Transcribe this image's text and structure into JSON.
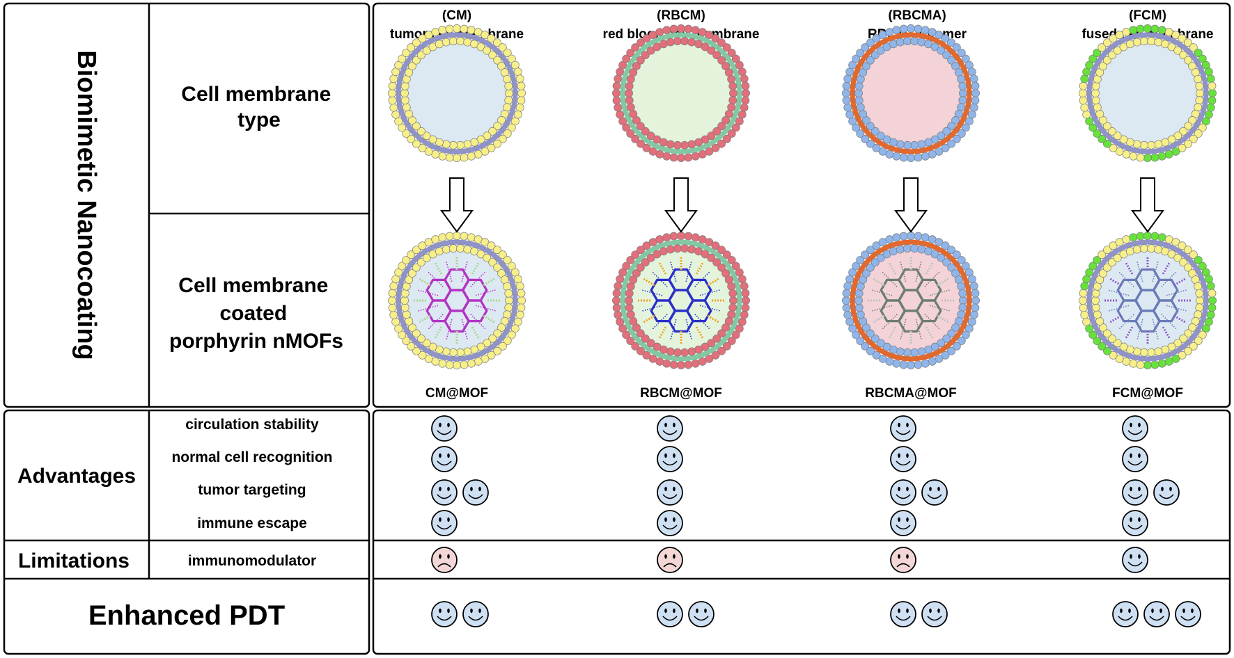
{
  "vertical_title": "Biomimetic Nanocoating",
  "row_labels": {
    "membrane_type": [
      "Cell membrane",
      "type"
    ],
    "coated_nmofs": [
      "Cell membrane",
      "coated",
      "porphyrin nMOFs"
    ]
  },
  "columns": [
    {
      "abbr": "(CM)",
      "name": "tumor cell membrane",
      "product": "CM@MOF",
      "colors": {
        "interior": "#dde9f2",
        "outer_beads": "#f7ef8a",
        "inner_beads": "#f7ef8a",
        "band": "#8f93c7",
        "accent_beads": "",
        "mof": "#b233c4",
        "mof_link": "#a9d48a"
      }
    },
    {
      "abbr": "(RBCM)",
      "name": "red blood cell membrane",
      "product": "RBCM@MOF",
      "colors": {
        "interior": "#e4f4dc",
        "outer_beads": "#e36f7b",
        "inner_beads": "#e36f7b",
        "band": "#84c7a3",
        "accent_beads": "",
        "mof": "#2a2fc9",
        "mof_link": "#f0a020"
      }
    },
    {
      "abbr": "(RBCMA)",
      "name": "RBCM+aptamer",
      "product": "RBCMA@MOF",
      "colors": {
        "interior": "#f4d3d8",
        "outer_beads": "#8fb5ea",
        "inner_beads": "#8fb5ea",
        "band": "#e2692e",
        "accent_beads": "",
        "mof": "#6c7d74",
        "mof_link": "#b8c4bd"
      }
    },
    {
      "abbr": "(FCM)",
      "name": "fused cell membrane",
      "product": "FCM@MOF",
      "colors": {
        "interior": "#dde9f2",
        "outer_beads": "#f7ef8a",
        "inner_beads": "#f7ef8a",
        "band": "#8f93c7",
        "accent_beads": "#66e23a",
        "mof": "#6b7bb8",
        "mof_link": "#8a55c8"
      }
    }
  ],
  "sections": {
    "advantages": {
      "label": "Advantages",
      "properties": [
        {
          "name": "circulation stability",
          "faces": [
            [
              "happy"
            ],
            [
              "happy"
            ],
            [
              "happy"
            ],
            [
              "happy"
            ]
          ]
        },
        {
          "name": "normal cell recognition",
          "faces": [
            [
              "happy"
            ],
            [
              "happy"
            ],
            [
              "happy"
            ],
            [
              "happy"
            ]
          ]
        },
        {
          "name": "tumor targeting",
          "faces": [
            [
              "happy",
              "happy"
            ],
            [
              "happy"
            ],
            [
              "happy",
              "happy"
            ],
            [
              "happy",
              "happy"
            ]
          ]
        },
        {
          "name": "immune escape",
          "faces": [
            [
              "happy"
            ],
            [
              "happy"
            ],
            [
              "happy"
            ],
            [
              "happy"
            ]
          ]
        }
      ]
    },
    "limitations": {
      "label": "Limitations",
      "properties": [
        {
          "name": "immunomodulator",
          "faces": [
            [
              "sad"
            ],
            [
              "sad"
            ],
            [
              "sad"
            ],
            [
              "happy"
            ]
          ]
        }
      ]
    },
    "enhanced_pdt": {
      "label": "Enhanced PDT",
      "faces": [
        [
          "happy",
          "happy"
        ],
        [
          "happy",
          "happy"
        ],
        [
          "happy",
          "happy"
        ],
        [
          "happy",
          "happy",
          "happy"
        ]
      ]
    }
  },
  "face_colors": {
    "happy": "#cfe0f3",
    "sad": "#f3d7d7",
    "stroke": "#000000"
  }
}
